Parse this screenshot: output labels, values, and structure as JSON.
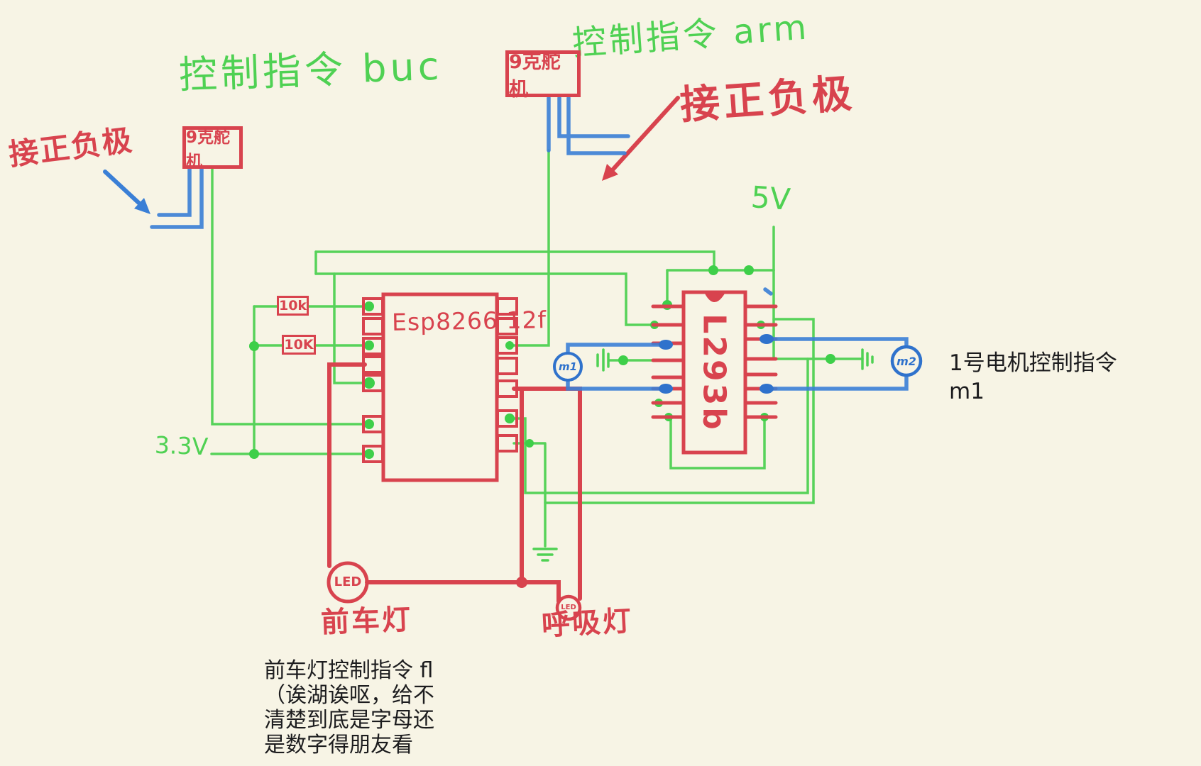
{
  "colors": {
    "background": "#f7f4e5",
    "red": "#d8434e",
    "green": "#4fd153",
    "blue": "#3a7fd6",
    "text_black": "#1c1c1e"
  },
  "annotations": {
    "cmd_buc": "控制指令 buc",
    "cmd_arm": "控制指令 arm",
    "polarity_left": "接正负极",
    "polarity_right": "接正负极",
    "front_light": "前车灯",
    "breathing_light": "呼吸灯"
  },
  "components": {
    "servo_left": "9克舵机",
    "servo_top": "9克舵机",
    "esp_chip": "Esp8266 12f",
    "driver_chip": "L293b",
    "resistor1": "10k",
    "resistor2": "10K",
    "led1": "LED",
    "led2": "LED",
    "motor1": "m1",
    "motor2": "m2"
  },
  "power": {
    "v5": "5V",
    "v33": "3.3V"
  },
  "notes": {
    "front_light_lines": [
      "前车灯控制指令 fl",
      "（诶湖诶呕，给不",
      "清楚到底是字母还",
      "是数字得朋友看"
    ],
    "motor_lines": [
      "1号电机控制指令",
      "m1"
    ]
  }
}
